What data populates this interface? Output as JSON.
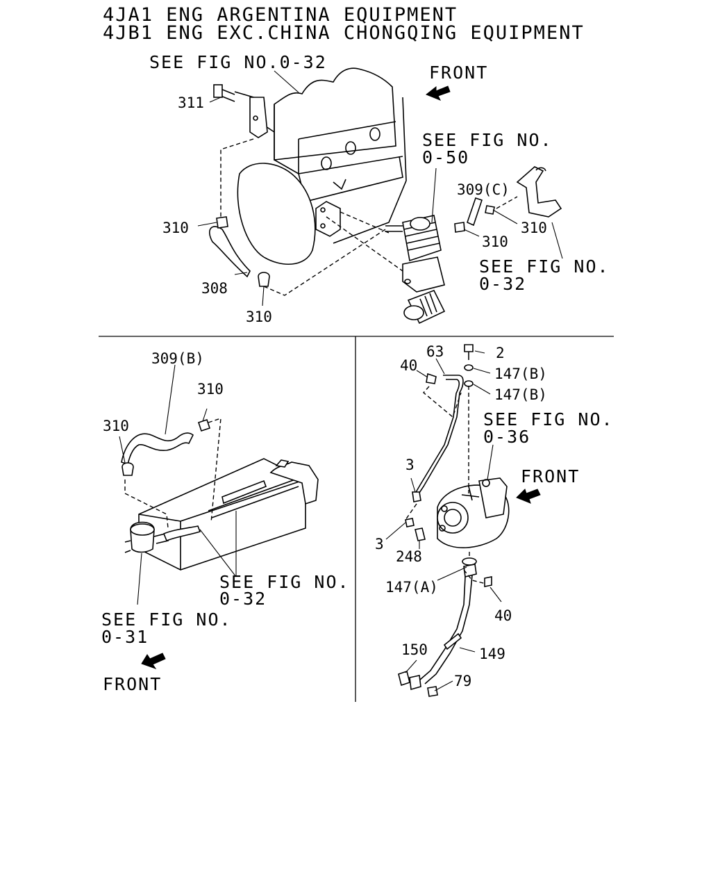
{
  "header": {
    "line1": "4JA1 ENG ARGENTINA EQUIPMENT",
    "line2": "4JB1 ENG EXC.CHINA CHONGQING EQUIPMENT"
  },
  "top_panel": {
    "see_fig_1": "SEE FIG NO.0-32",
    "front": "FRONT",
    "see_fig_2_line1": "SEE FIG NO.",
    "see_fig_2_line2": "0-50",
    "see_fig_3_line1": "SEE FIG NO.",
    "see_fig_3_line2": "0-32",
    "labels": {
      "p311": "311",
      "p310_left": "310",
      "p308": "308",
      "p310_bottom": "310",
      "p309c": "309(C)",
      "p310_mid": "310",
      "p310_right": "310"
    }
  },
  "bottom_left_panel": {
    "labels": {
      "p309b": "309(B)",
      "p310_top": "310",
      "p310_left": "310"
    },
    "see_fig_a_line1": "SEE FIG NO.",
    "see_fig_a_line2": "0-32",
    "see_fig_b_line1": "SEE FIG NO.",
    "see_fig_b_line2": "0-31",
    "front": "FRONT"
  },
  "bottom_right_panel": {
    "labels": {
      "p63": "63",
      "p2": "2",
      "p40_top": "40",
      "p147b_1": "147(B)",
      "p147b_2": "147(B)",
      "p3_top": "3",
      "p3_bottom": "3",
      "p248": "248",
      "p147a": "147(A)",
      "p40_bottom": "40",
      "p150": "150",
      "p149": "149",
      "p79": "79"
    },
    "see_fig_line1": "SEE FIG NO.",
    "see_fig_line2": "0-36",
    "front": "FRONT"
  },
  "icons": [
    "front-arrow-icon"
  ]
}
